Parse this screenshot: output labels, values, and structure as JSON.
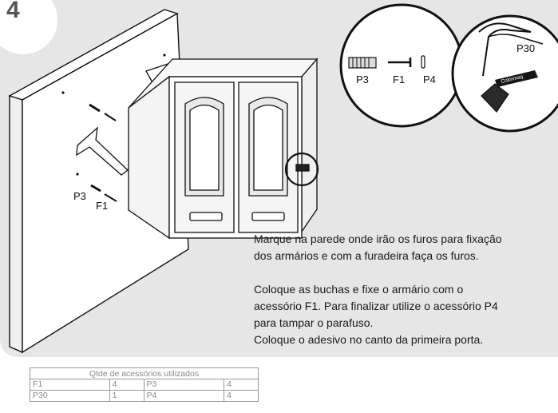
{
  "step": {
    "number": "4"
  },
  "callout": {
    "labels": {
      "p3": "P3",
      "f1": "F1",
      "p4": "P4",
      "p30": "P30"
    },
    "sticker_text": "Colormaq"
  },
  "wall_labels": {
    "p3": "P3",
    "f1": "F1"
  },
  "instructions": {
    "paragraph1": [
      "Marque na parede onde irão os furos para fixação",
      "dos armários e com a furadeira faça os furos."
    ],
    "paragraph2": [
      "Coloque as buchas e fixe o armário com o",
      "acessório F1. Para finalizar utilize o acessório P4",
      "para tampar o parafuso.",
      "Coloque o adesivo no canto da primeira porta."
    ]
  },
  "accessory_table": {
    "title": "Qtde de acessórios utilizados",
    "rows": [
      {
        "item1": "F1",
        "qty1": "4",
        "item2": "P3",
        "qty2": "4"
      },
      {
        "item1": "P30",
        "qty1": "1",
        "item2": "P4",
        "qty2": "4"
      }
    ]
  },
  "colors": {
    "panel_background": "#e6e6e6",
    "step_badge": "#ffffff",
    "line_art": "#111111",
    "table_border": "#9a9a9a"
  }
}
